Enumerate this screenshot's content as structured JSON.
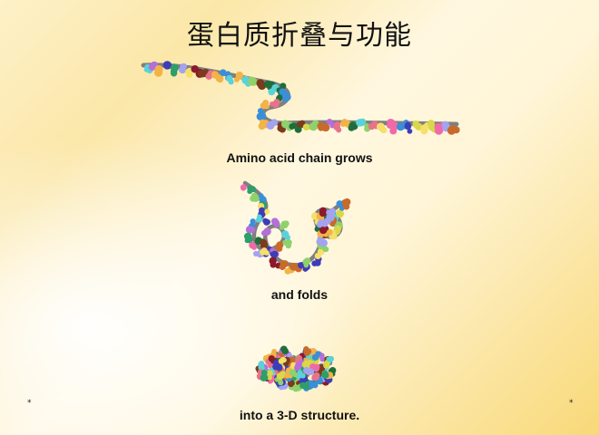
{
  "title": "蛋白质折叠与功能",
  "captions": {
    "step1": "Amino acid chain grows",
    "step2": "and folds",
    "step3": "into a 3-D structure."
  },
  "corner_marks": {
    "left": "*",
    "right": "*"
  },
  "colors": {
    "backbone": "#7f7f7f",
    "residues": [
      "#e8728a",
      "#8fd16a",
      "#f2b347",
      "#3a8fd8",
      "#b56fd8",
      "#2e9e6a",
      "#f06aa8",
      "#5ad3d8",
      "#7a3b1e",
      "#d8d84a",
      "#3d3db8",
      "#8b1a2b",
      "#a3a3f0",
      "#c86a2c",
      "#1f6e3a",
      "#f5e06a"
    ]
  }
}
